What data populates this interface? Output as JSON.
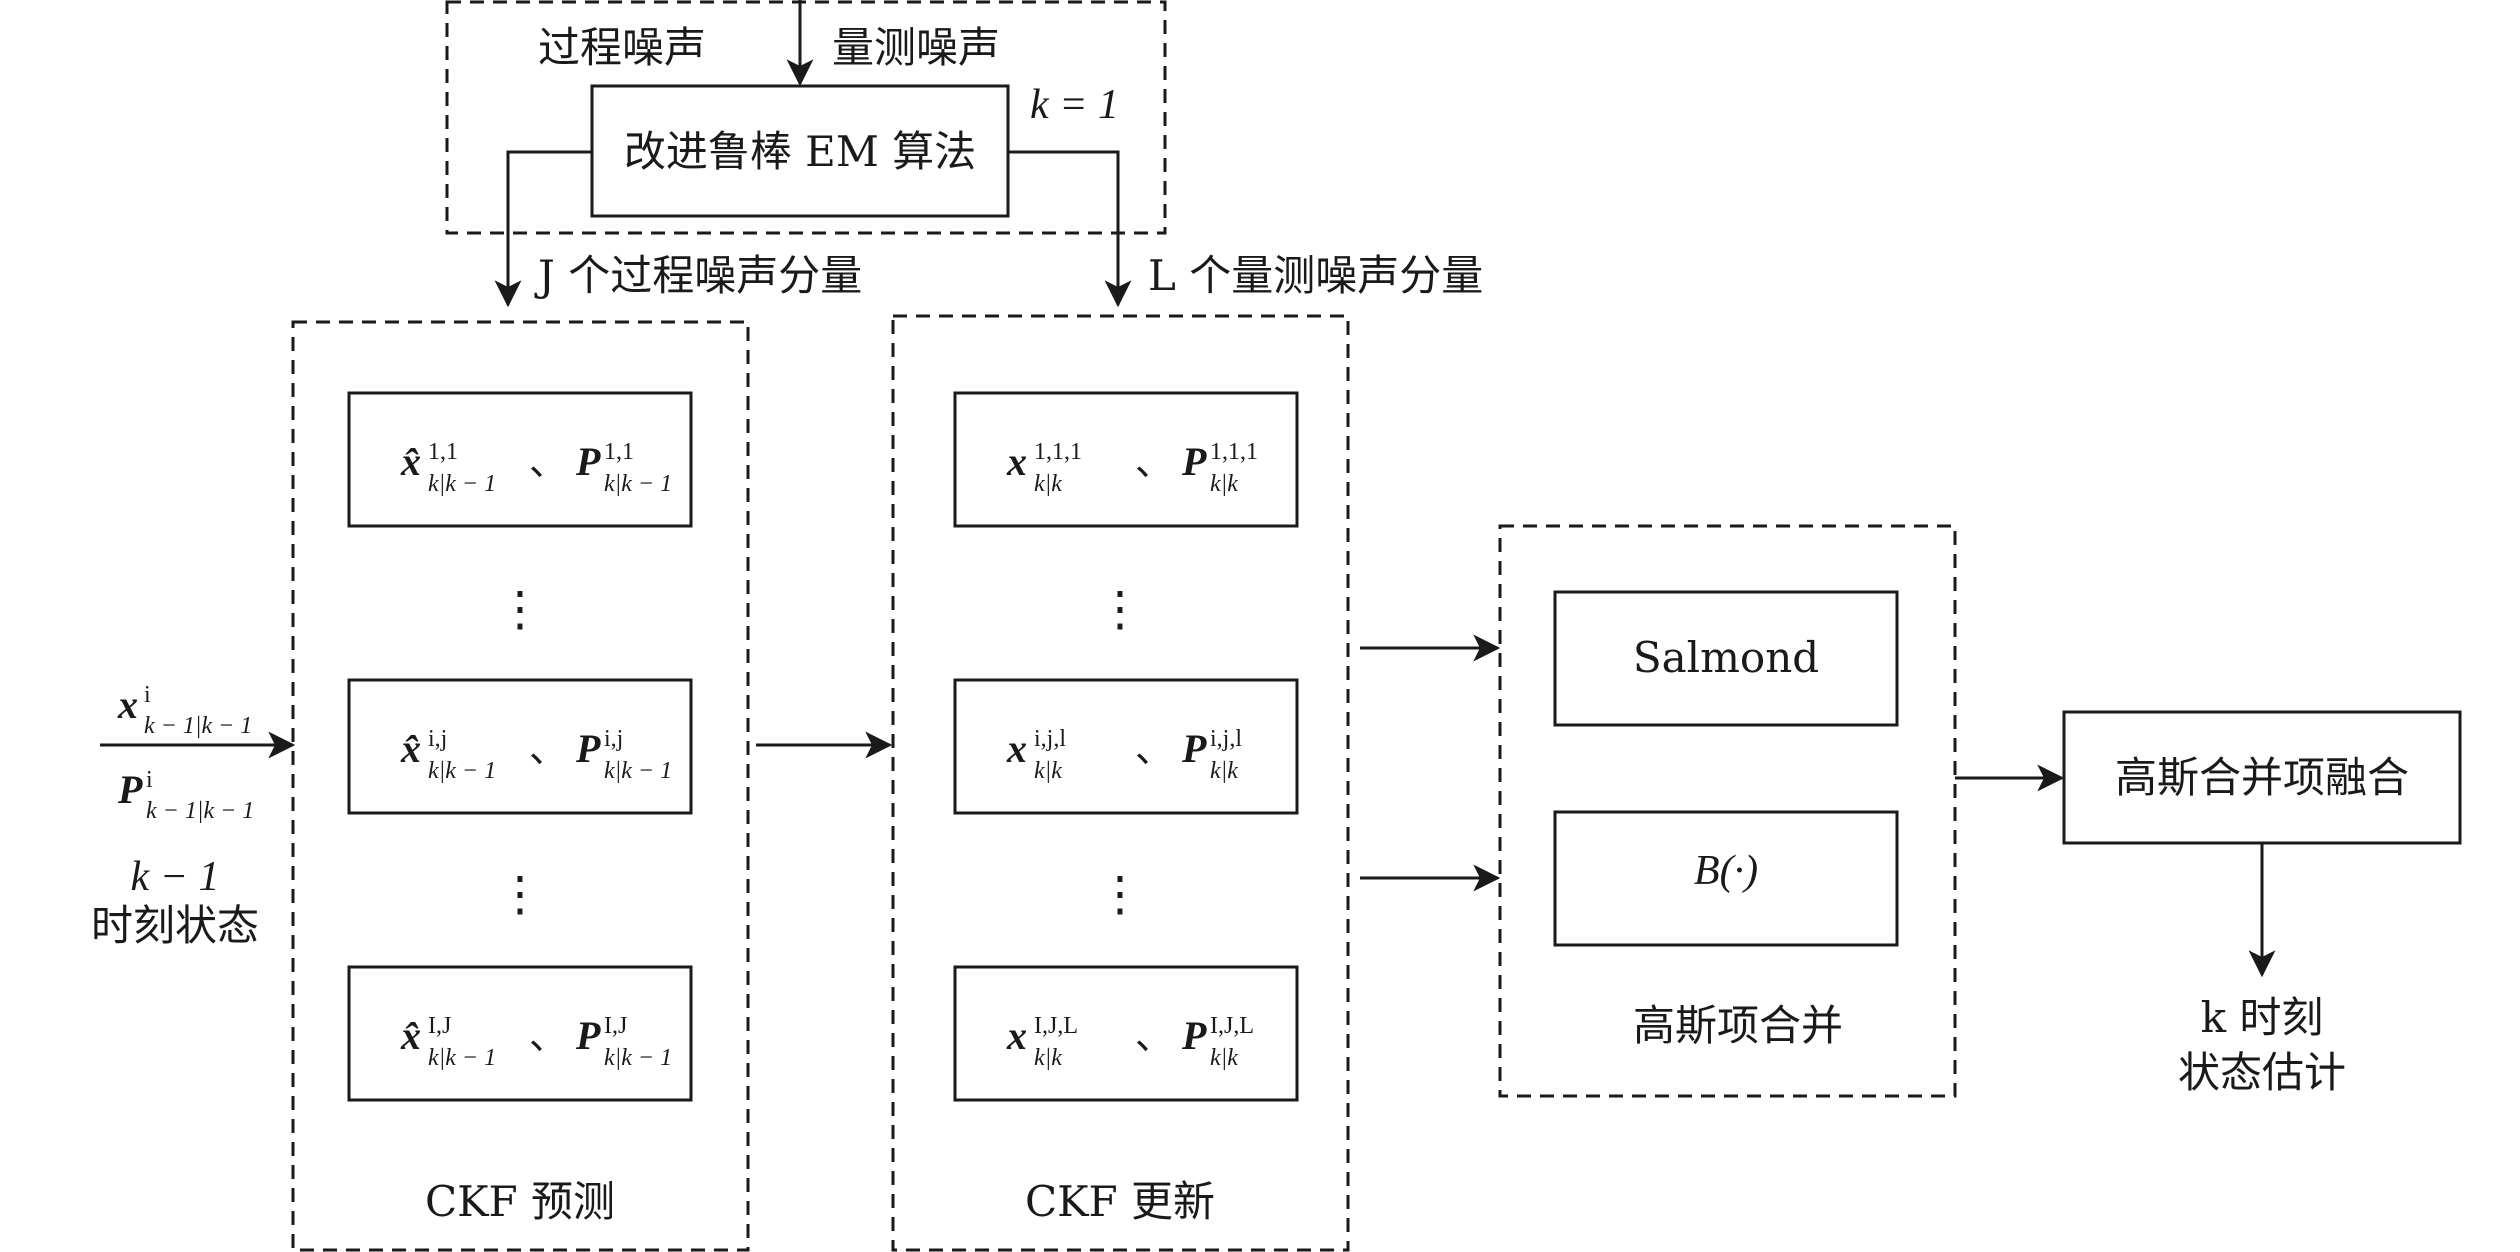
{
  "em_block": {
    "process_noise": "过程噪声",
    "measurement_noise": "量测噪声",
    "box_label": "改进鲁棒 EM 算法",
    "k_label": "k = 1"
  },
  "branch_labels": {
    "process": "J 个过程噪声分量",
    "measurement": "L 个量测噪声分量"
  },
  "input_state": {
    "x_sym": "x",
    "x_sup": "i",
    "x_sub": "k − 1|k − 1",
    "p_sym": "P",
    "p_sup": "i",
    "p_sub": "k − 1|k − 1",
    "time_label_1": "k − 1",
    "time_label_2": "时刻状态"
  },
  "ckf_predict": {
    "title": "CKF 预测",
    "separator": "、",
    "rows": [
      {
        "x_sym": "x̂",
        "x_sup": "1,1",
        "x_sub": "k|k − 1",
        "p_sym": "P",
        "p_sup": "1,1",
        "p_sub": "k|k − 1"
      },
      {
        "x_sym": "x̂",
        "x_sup": "i,j",
        "x_sub": "k|k − 1",
        "p_sym": "P",
        "p_sup": "i,j",
        "p_sub": "k|k − 1"
      },
      {
        "x_sym": "x̂",
        "x_sup": "I,J",
        "x_sub": "k|k − 1",
        "p_sym": "P",
        "p_sup": "I,J",
        "p_sub": "k|k − 1"
      }
    ],
    "dots": "⋮"
  },
  "ckf_update": {
    "title": "CKF 更新",
    "separator": "、",
    "rows": [
      {
        "x_sym": "x",
        "x_sup": "1,1,1",
        "x_sub": "k|k",
        "p_sym": "P",
        "p_sup": "1,1,1",
        "p_sub": "k|k"
      },
      {
        "x_sym": "x",
        "x_sup": "i,j,l",
        "x_sub": "k|k",
        "p_sym": "P",
        "p_sup": "i,j,l",
        "p_sub": "k|k"
      },
      {
        "x_sym": "x",
        "x_sup": "I,J,L",
        "x_sub": "k|k",
        "p_sym": "P",
        "p_sup": "I,J,L",
        "p_sub": "k|k"
      }
    ],
    "dots": "⋮"
  },
  "gaussian_merge": {
    "title": "高斯项合并",
    "salmond": "Salmond",
    "b_func": "B(·)"
  },
  "fusion": {
    "box_label": "高斯合并项融合",
    "output_1": "k 时刻",
    "output_2": "状态估计"
  }
}
